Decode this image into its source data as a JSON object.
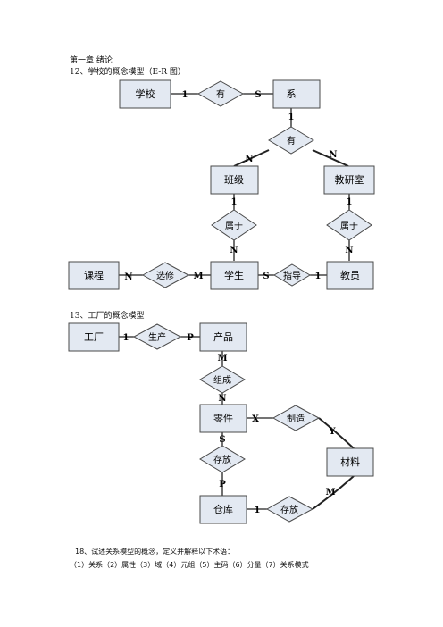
{
  "heading": {
    "chapter": "第一章  绪论",
    "q12": "12、学校的概念模型（E-R 图）",
    "q13": "13、工厂的概念模型",
    "q18": "18、试述关系模型的概念，定义并解释以下术语：",
    "q18_terms": "（1）关系（2）属性（3）域（4）元组（5）主码（6）分量（7）关系模式"
  },
  "school_diagram": {
    "entities": {
      "school": "学校",
      "department": "系",
      "class": "班级",
      "lab": "教研室",
      "course": "课程",
      "student": "学生",
      "teacher": "教员"
    },
    "relationships": {
      "school_has_dept": "有",
      "dept_has": "有",
      "class_belongs": "属于",
      "teacher_belongs": "属于",
      "elective": "选修",
      "advise": "指导"
    },
    "cardinalities": {
      "school_has_dept_school": "1",
      "school_has_dept_dept": "S",
      "dept_has_dept": "1",
      "dept_has_class": "N",
      "dept_has_lab": "N",
      "class_belongs_class": "1",
      "class_belongs_student": "N",
      "teacher_belongs_lab": "1",
      "teacher_belongs_teacher": "N",
      "elective_course": "N",
      "elective_student": "M",
      "advise_student": "S",
      "advise_teacher": "1"
    }
  },
  "factory_diagram": {
    "entities": {
      "factory": "工厂",
      "product": "产品",
      "part": "零件",
      "material": "材料",
      "warehouse": "仓库"
    },
    "relationships": {
      "produce": "生产",
      "compose": "组成",
      "manufacture": "制造",
      "store_part": "存放",
      "store_material": "存放"
    },
    "cardinalities": {
      "produce_factory": "1",
      "produce_product": "P",
      "compose_product": "M",
      "compose_part": "N",
      "manufacture_part": "X",
      "manufacture_material": "Y",
      "store_part_part": "S",
      "store_part_warehouse": "P",
      "store_material_warehouse": "1",
      "store_material_material": "M"
    }
  },
  "colors": {
    "box_fill": "#e3e9f2",
    "box_stroke": "#4a4a4a",
    "line": "#222222"
  }
}
